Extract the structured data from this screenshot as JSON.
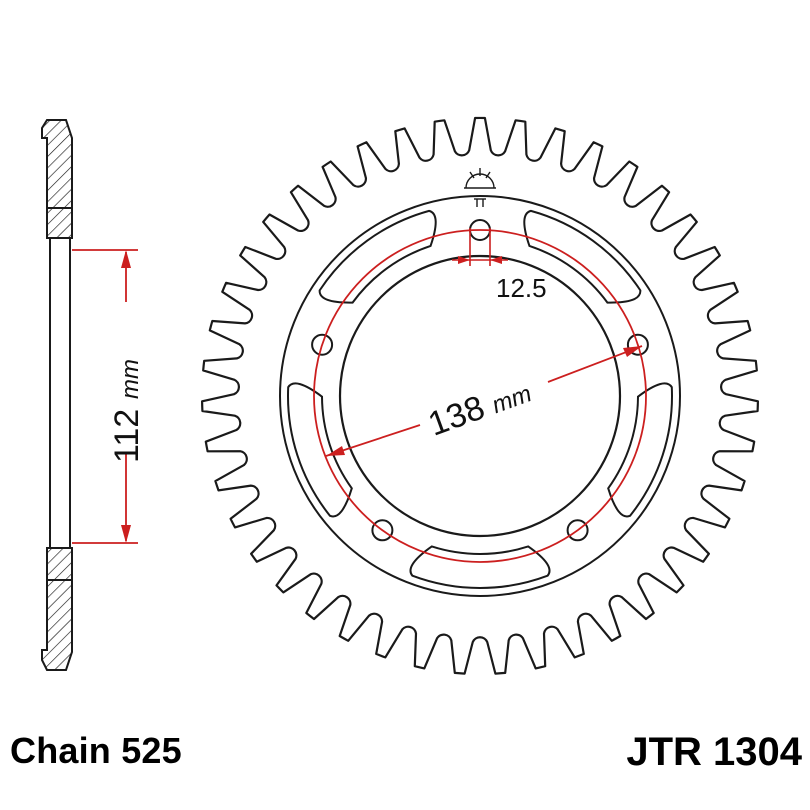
{
  "dimensions": {
    "side_height": {
      "value": "112",
      "unit": "mm"
    },
    "bolt_circle": {
      "value": "138",
      "unit": "mm"
    },
    "bolt_hole": {
      "value": "12.5"
    }
  },
  "footer": {
    "chain": "Chain 525",
    "part_number": "JTR 1304"
  },
  "colors": {
    "outline": "#1a1a1a",
    "dimension": "#cc1f1f",
    "background": "#ffffff"
  },
  "sprocket": {
    "teeth": 43,
    "bolt_holes": 5
  }
}
